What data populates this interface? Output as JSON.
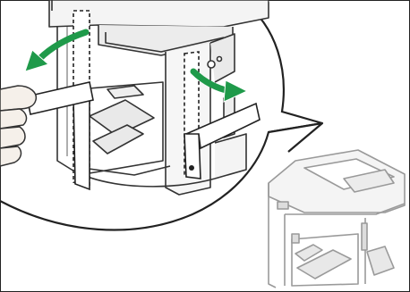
{
  "figure": {
    "kind": "instruction-illustration",
    "description_key": "remove-tape-from-printer",
    "colors": {
      "frame": "#222222",
      "line": "#333333",
      "light_line": "#9a9a9a",
      "machine_fill": "#f2f2f2",
      "machine_shade": "#e4e4e4",
      "tape_fill": "#ffffff",
      "arrow_green": "#1f9a4a",
      "skin": "#f5f0ea"
    },
    "arrows": [
      {
        "name": "pull-left-arrow",
        "direction": "left"
      },
      {
        "name": "pull-right-arrow",
        "direction": "right"
      }
    ],
    "tape_pieces": 2,
    "callout": "zoomed-detail-circle"
  }
}
